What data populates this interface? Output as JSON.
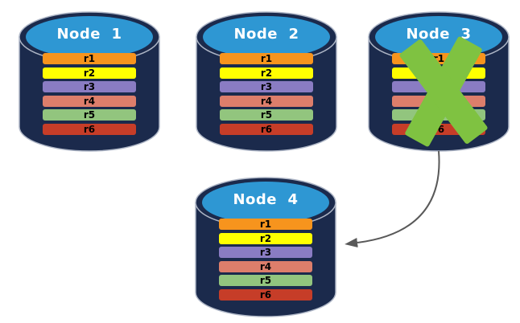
{
  "nodes": [
    {
      "label": "Node  1",
      "replicas": [
        "r1",
        "r2",
        "r3",
        "r4",
        "r5",
        "r6"
      ]
    },
    {
      "label": "Node  2",
      "replicas": [
        "r1",
        "r2",
        "r3",
        "r4",
        "r5",
        "r6"
      ]
    },
    {
      "label": "Node  3",
      "replicas": [
        "r1",
        "r2",
        "r3",
        "r4",
        "r5",
        "r6"
      ],
      "status": "failed"
    },
    {
      "label": "Node  4",
      "replicas": [
        "r1",
        "r2",
        "r3",
        "r4",
        "r5",
        "r6"
      ]
    }
  ],
  "arrow": {
    "from": "Node 3",
    "to": "Node 4"
  },
  "colors": {
    "cylinder_body": "#1B2A4C",
    "cylinder_top": "#2E97D3",
    "cylinder_outline": "#AEB6C6",
    "title_text": "#FFFFFF",
    "replica_text": "#000000",
    "failure_x": "#7FC241",
    "arrow": "#595959",
    "replica": {
      "r1": "#F7941D",
      "r2": "#FFFF00",
      "r3": "#8A7CC3",
      "r4": "#DD7E6B",
      "r5": "#92C57E",
      "r6": "#C63D28"
    }
  }
}
